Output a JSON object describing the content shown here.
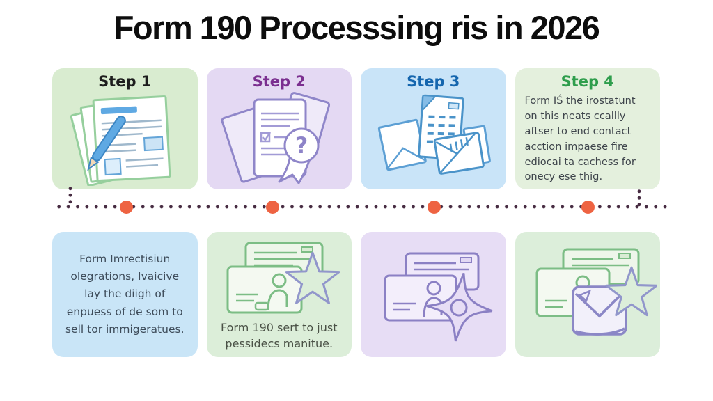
{
  "title": "Form 190 Processsing ris in 2026",
  "steps": [
    {
      "label": "Step 1",
      "icon": "documents-pen-icon"
    },
    {
      "label": "Step 2",
      "icon": "documents-question-icon"
    },
    {
      "label": "Step 3",
      "icon": "documents-mail-icon"
    },
    {
      "label": "Step 4",
      "body": "Form IŚ the irostatunt\non this neats ccallly\naftser to end contact\nacction impaese fire\nediocai ta cachess for\nonecy ese thig."
    }
  ],
  "timeline": {
    "milestone_count": 4,
    "dot_color": "#ee6342",
    "line_color": "#472c42"
  },
  "bottom_cards": [
    {
      "body": "Form Imrectisiun\nolegrations, Ivaicive\nlay the diigh of\nenpuess of de som to\nsell tor immigeratues."
    },
    {
      "icon": "id-cards-star-icon",
      "body": "Form 190 sert to just\npessidecs manitue."
    },
    {
      "icon": "cards-burst-icon",
      "body": ""
    },
    {
      "icon": "cards-envelope-star-icon",
      "body": ""
    }
  ],
  "colors": {
    "title_text": "#0d0d0d",
    "step1_header": "#1d1d1d",
    "step2_header": "#7b2f90",
    "step3_header": "#1566ae",
    "step4_header": "#2f9e4d",
    "card_green": "#d9ecd0",
    "card_lavender": "#e4d9f3",
    "card_blue": "#c9e4f8",
    "card_pale_green": "#e4f0dd",
    "bottom_blue": "#c9e5f7",
    "bottom_green": "#dceed9",
    "bottom_lavender": "#e7ddf5",
    "accent_blue": "#5fa9e3",
    "outline_green": "#7cbd85",
    "outline_purple": "#8f86c9",
    "outline_blue": "#4a93c9"
  }
}
